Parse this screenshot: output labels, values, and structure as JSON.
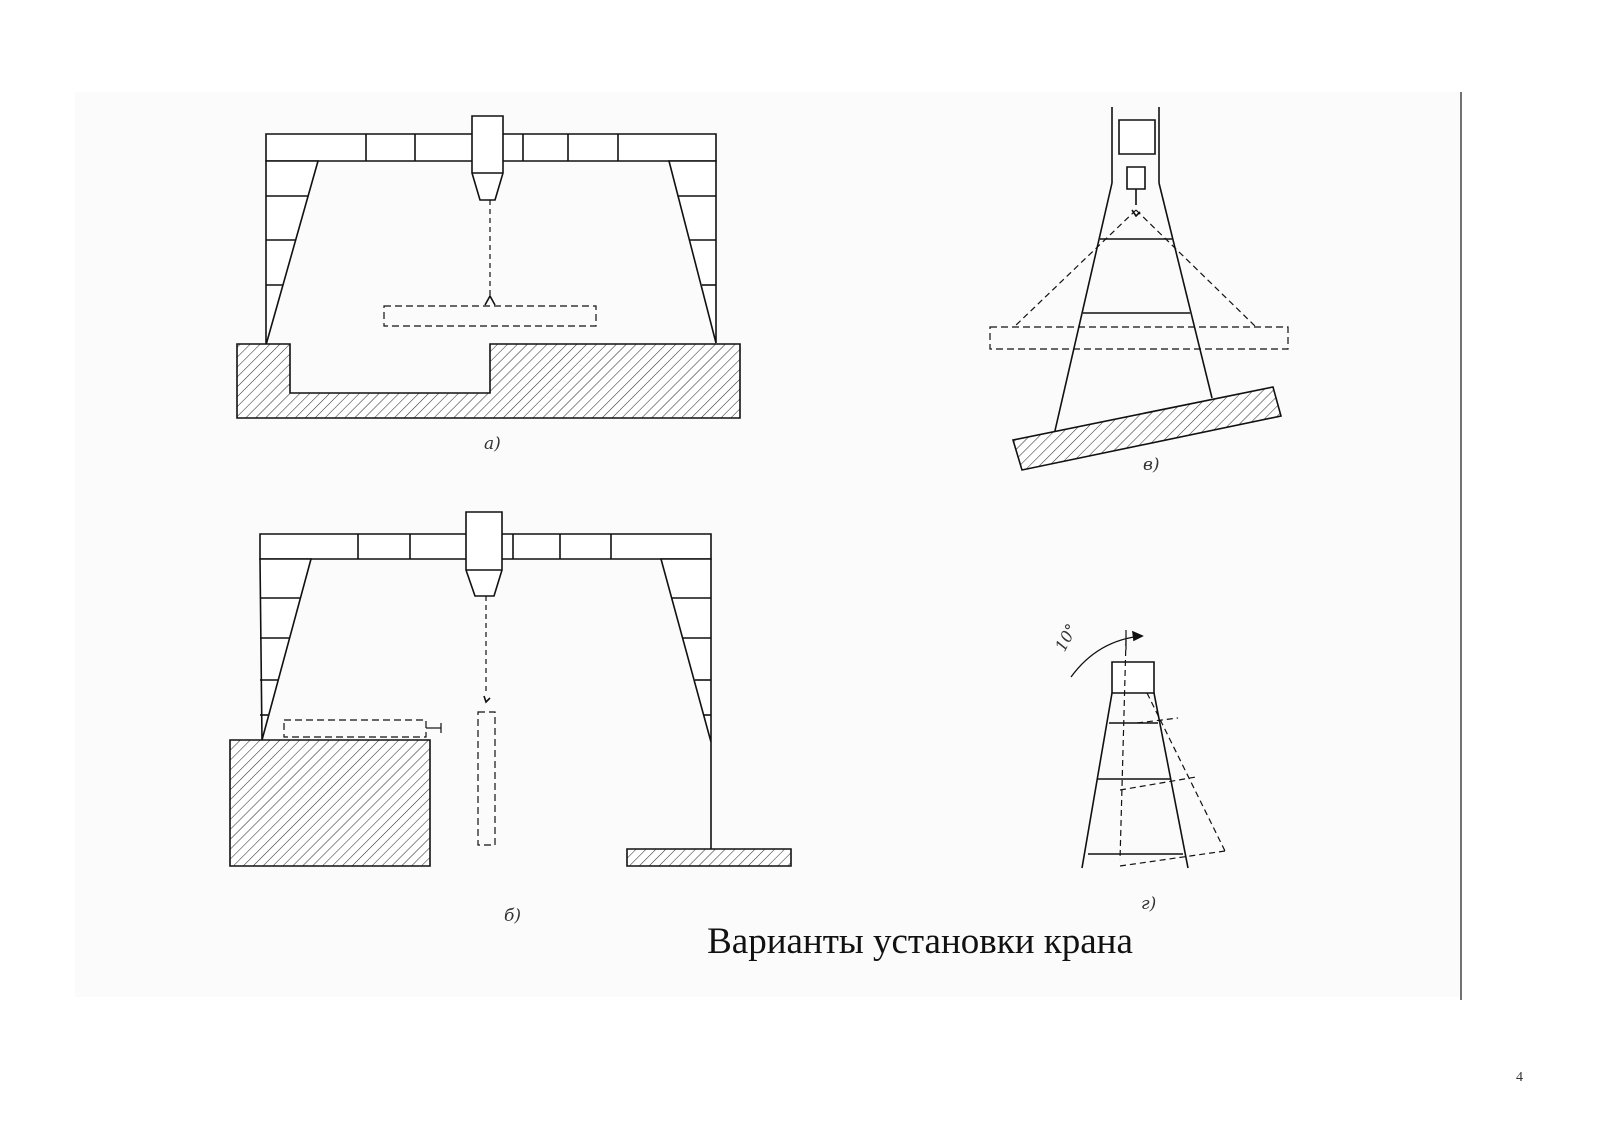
{
  "drawing": {
    "title": "Варианты установки крана",
    "page_number": "4",
    "captions": {
      "a": "а)",
      "b": "б)",
      "v": "в)",
      "g": "г)"
    },
    "angle_label": "10°"
  }
}
